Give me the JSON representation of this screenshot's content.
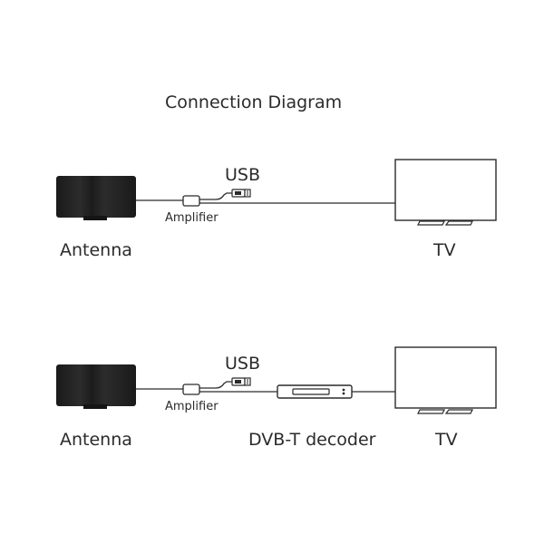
{
  "title": "Connection Diagram",
  "diagrams": [
    {
      "antenna_label": "Antenna",
      "usb_label": "USB",
      "amplifier_label": "Amplifier",
      "tv_label": "TV"
    },
    {
      "antenna_label": "Antenna",
      "usb_label": "USB",
      "amplifier_label": "Amplifier",
      "decoder_label": "DVB-T decoder",
      "tv_label": "TV"
    }
  ],
  "colors": {
    "antenna": "#1e1e1e",
    "line": "#2a2a2a",
    "background": "#ffffff"
  }
}
